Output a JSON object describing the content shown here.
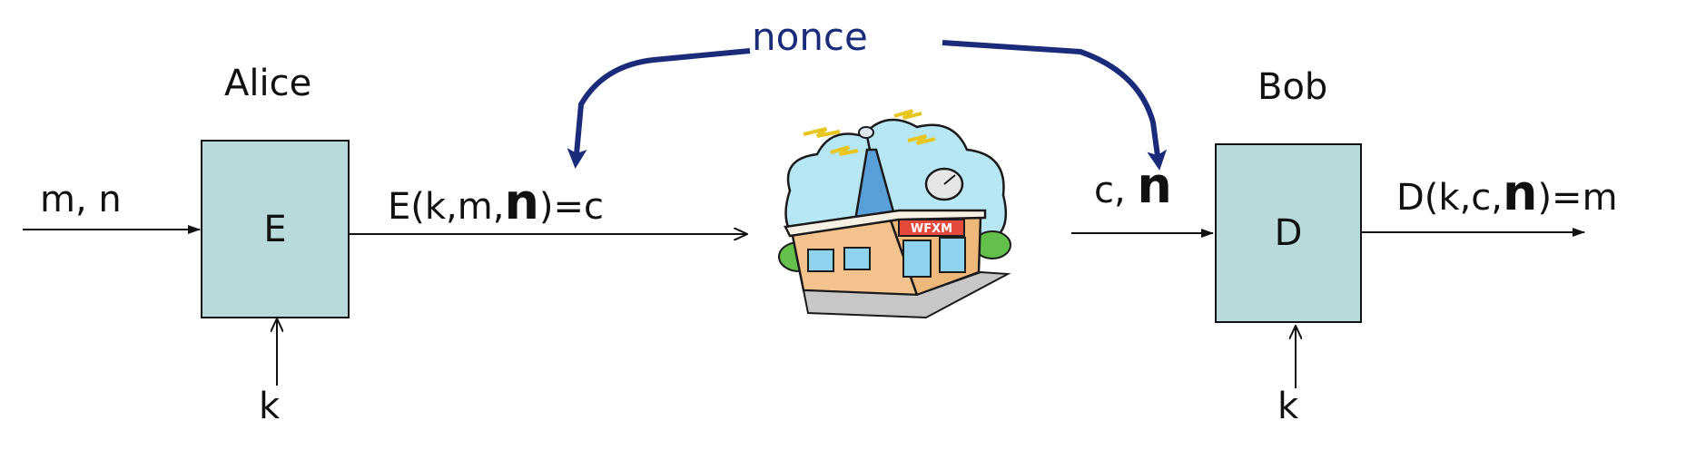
{
  "nonce_label": "nonce",
  "alice": {
    "name": "Alice",
    "input_label": "m, n",
    "box_label": "E",
    "key_label": "k",
    "output_pre": "E(k,m,",
    "output_n": "n",
    "output_post": ")=c"
  },
  "bob": {
    "name": "Bob",
    "input_pre": "c, ",
    "input_n": "n",
    "box_label": "D",
    "key_label": "k",
    "output_pre": "D(k,c,",
    "output_n": "n",
    "output_post": ")=m"
  },
  "station": {
    "sign_text": "WFXM"
  },
  "colors": {
    "box_fill": "#b9dada",
    "nonce_arrow": "#1a2b7a",
    "line": "#111111"
  }
}
